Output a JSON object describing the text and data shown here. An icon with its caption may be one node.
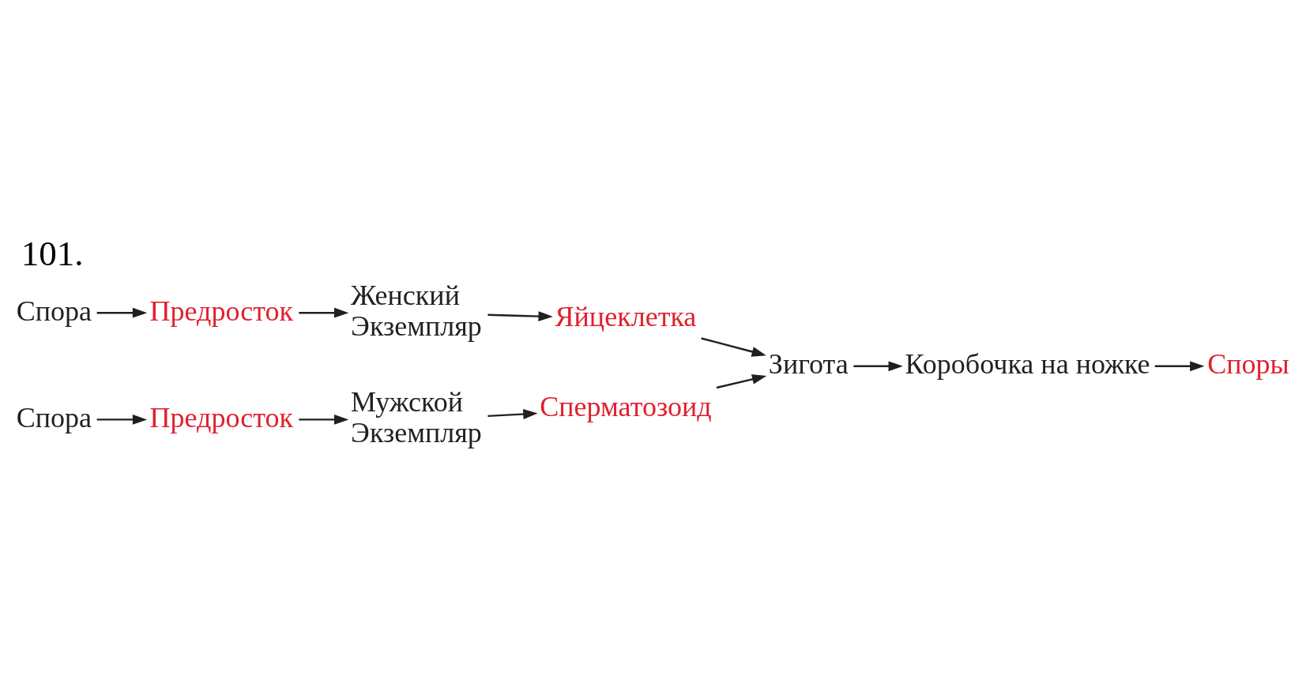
{
  "diagram": {
    "title": "101.",
    "nodes": [
      {
        "text": [
          "Спора"
        ]
      },
      {
        "text": [
          "Предросток"
        ]
      },
      {
        "text": [
          "Женский Экземпляр"
        ]
      },
      {
        "text": [
          "Яйцеклетка"
        ]
      },
      {
        "text": [
          "Спора"
        ]
      },
      {
        "text": [
          "Предросток"
        ]
      },
      {
        "text": [
          "Мужской Экземпляр"
        ]
      },
      {
        "text": [
          "Сперматозоид"
        ]
      },
      {
        "text": [
          "Зигота"
        ]
      },
      {
        "text": [
          "Коробочка на ножке"
        ]
      },
      {
        "text": [
          "Споры"
        ]
      }
    ],
    "edges": [
      {
        "from": 0,
        "to": 1,
        "arrow": "to"
      },
      {
        "from": 1,
        "to": 2,
        "arrow": "to"
      },
      {
        "from": 2,
        "to": 3,
        "arrow": "to"
      },
      {
        "from": 3,
        "to": 8,
        "arrow": "to"
      },
      {
        "from": 4,
        "to": 5,
        "arrow": "to"
      },
      {
        "from": 5,
        "to": 6,
        "arrow": "to"
      },
      {
        "from": 6,
        "to": 7,
        "arrow": "to"
      },
      {
        "from": 7,
        "to": 8,
        "arrow": "to"
      },
      {
        "from": 8,
        "to": 9,
        "arrow": "to"
      },
      {
        "from": 9,
        "to": 10,
        "arrow": "to"
      }
    ]
  }
}
